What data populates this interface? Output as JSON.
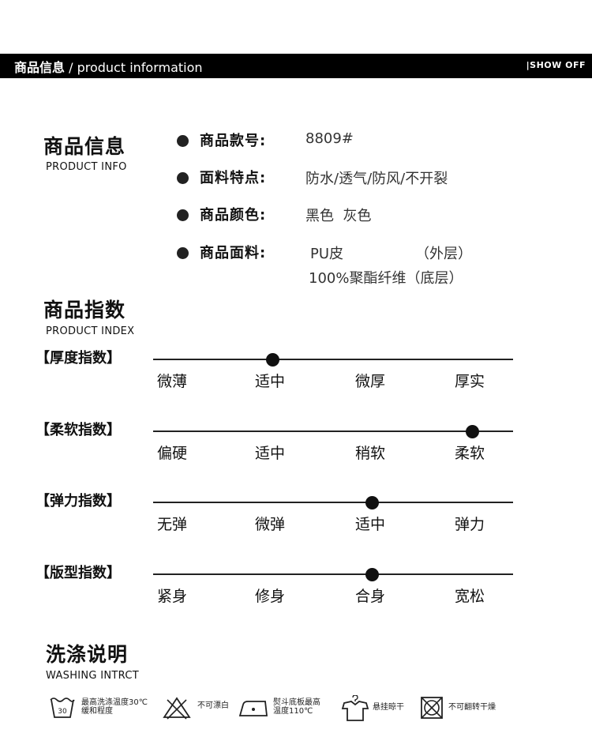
{
  "header": {
    "title_cn": "商品信息",
    "title_sep": " / ",
    "title_en": "product information",
    "show_off": "|SHOW OFF"
  },
  "product_info": {
    "title": "商品信息",
    "subtitle": "PRODUCT INFO",
    "rows": [
      {
        "label": "商品款号:",
        "value": "8809#"
      },
      {
        "label": "面料特点:",
        "value": "防水/透气/防风/不开裂"
      },
      {
        "label": "商品颜色:",
        "value": "黑色  灰色"
      },
      {
        "label": "商品面料:",
        "value": "PU皮",
        "value_note": "（外层）",
        "value2": "100%聚酯纤维（底层）"
      }
    ]
  },
  "product_index": {
    "title": "商品指数",
    "subtitle": "PRODUCT INDEX",
    "scales": [
      {
        "label": "【厚度指数】",
        "options": [
          "微薄",
          "适中",
          "微厚",
          "厚实"
        ],
        "selected_index": 1
      },
      {
        "label": "【柔软指数】",
        "options": [
          "偏硬",
          "适中",
          "稍软",
          "柔软"
        ],
        "selected_index": 3
      },
      {
        "label": "【弹力指数】",
        "options": [
          "无弹",
          "微弹",
          "适中",
          "弹力"
        ],
        "selected_index": 2
      },
      {
        "label": "【版型指数】",
        "options": [
          "紧身",
          "修身",
          "合身",
          "宽松"
        ],
        "selected_index": 2
      }
    ]
  },
  "washing": {
    "title": "洗涤说明",
    "subtitle": "WASHING INTRCT",
    "items": [
      {
        "icon": "wash-tub-30-icon",
        "tub_number": "30",
        "line1": "最高洗涤温度30℃",
        "line2": "缓和程度"
      },
      {
        "icon": "no-bleach-icon",
        "line1": "不可漂白",
        "line2": ""
      },
      {
        "icon": "iron-icon",
        "line1": "熨斗底板最高",
        "line2": "温度110℃"
      },
      {
        "icon": "hang-dry-icon",
        "line1": "悬挂晾干",
        "line2": ""
      },
      {
        "icon": "no-tumble-dry-icon",
        "line1": "不可翻转干燥",
        "line2": ""
      }
    ]
  }
}
